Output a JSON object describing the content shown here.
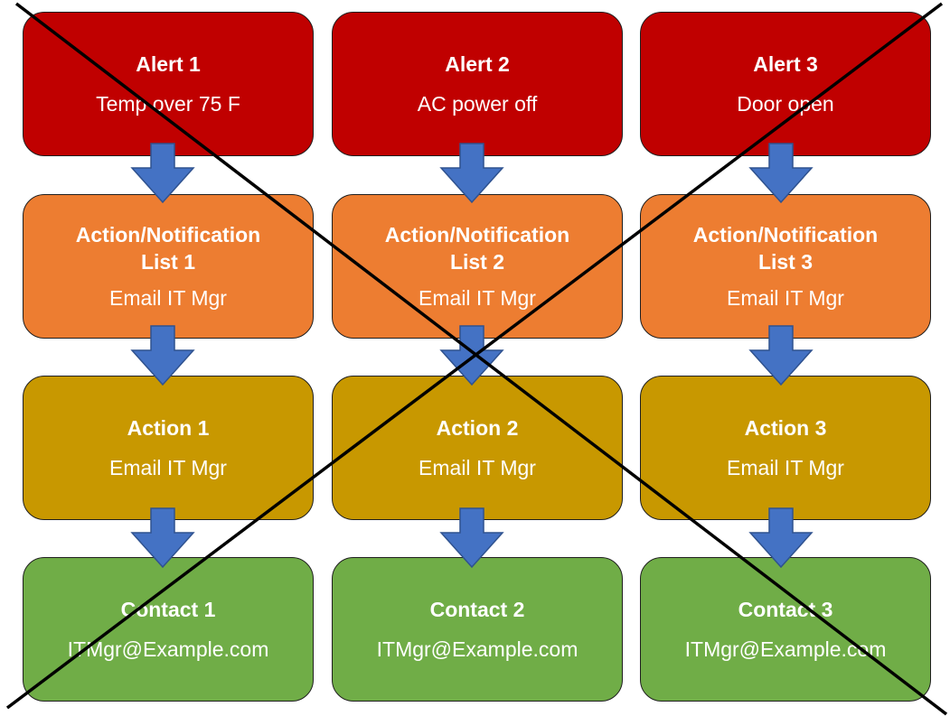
{
  "colors": {
    "alert": "#c00000",
    "action_list": "#ed7d31",
    "action": "#c89800",
    "contact": "#70ad47",
    "arrow": "#4472c4",
    "arrow_stroke": "#2f528f",
    "cross": "#000000"
  },
  "columns": [
    {
      "alert": {
        "title": "Alert 1",
        "detail": "Temp over 75 F"
      },
      "action_list": {
        "title": "Action/Notification\nList 1",
        "detail": "Email IT Mgr"
      },
      "action": {
        "title": "Action 1",
        "detail": "Email IT Mgr"
      },
      "contact": {
        "title": "Contact 1",
        "detail": "ITMgr@Example.com"
      }
    },
    {
      "alert": {
        "title": "Alert 2",
        "detail": "AC power off"
      },
      "action_list": {
        "title": "Action/Notification\nList 2",
        "detail": "Email IT Mgr"
      },
      "action": {
        "title": "Action 2",
        "detail": "Email IT Mgr"
      },
      "contact": {
        "title": "Contact 2",
        "detail": "ITMgr@Example.com"
      }
    },
    {
      "alert": {
        "title": "Alert 3",
        "detail": "Door open"
      },
      "action_list": {
        "title": "Action/Notification\nList 3",
        "detail": "Email IT Mgr"
      },
      "action": {
        "title": "Action 3",
        "detail": "Email IT Mgr"
      },
      "contact": {
        "title": "Contact 3",
        "detail": "ITMgr@Example.com"
      }
    }
  ],
  "connectors": [
    "arrow-down-icon",
    "arrow-down-icon",
    "arrow-down-icon"
  ],
  "overlay": "cross-out-icon"
}
